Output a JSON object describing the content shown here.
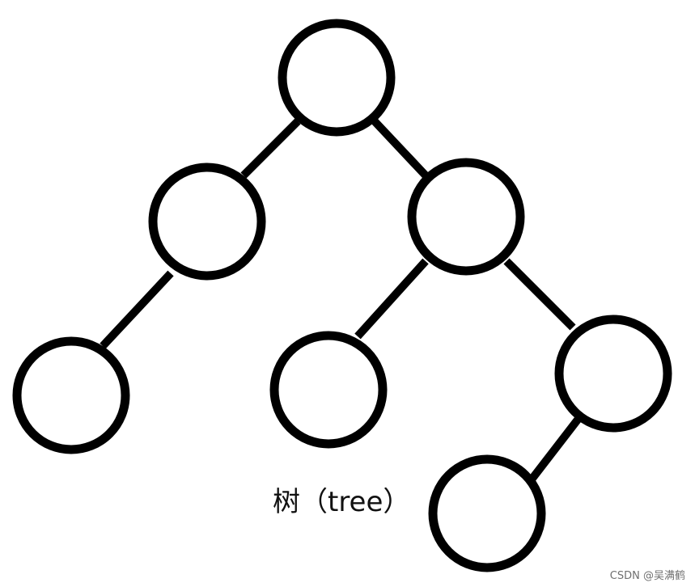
{
  "diagram": {
    "type": "binary-tree",
    "caption": "树（tree）",
    "line_color": "#000000",
    "node_fill": "#ffffff",
    "nodes": [
      {
        "id": "root"
      },
      {
        "id": "left-child"
      },
      {
        "id": "right-child"
      },
      {
        "id": "left-left-leaf"
      },
      {
        "id": "right-left-leaf"
      },
      {
        "id": "right-right"
      },
      {
        "id": "right-right-left-leaf"
      }
    ],
    "edges": [
      {
        "from": "root",
        "to": "left-child"
      },
      {
        "from": "root",
        "to": "right-child"
      },
      {
        "from": "left-child",
        "to": "left-left-leaf"
      },
      {
        "from": "right-child",
        "to": "right-left-leaf"
      },
      {
        "from": "right-child",
        "to": "right-right"
      },
      {
        "from": "right-right",
        "to": "right-right-left-leaf"
      }
    ]
  },
  "watermark": {
    "text": "CSDN @吴满鹤"
  }
}
